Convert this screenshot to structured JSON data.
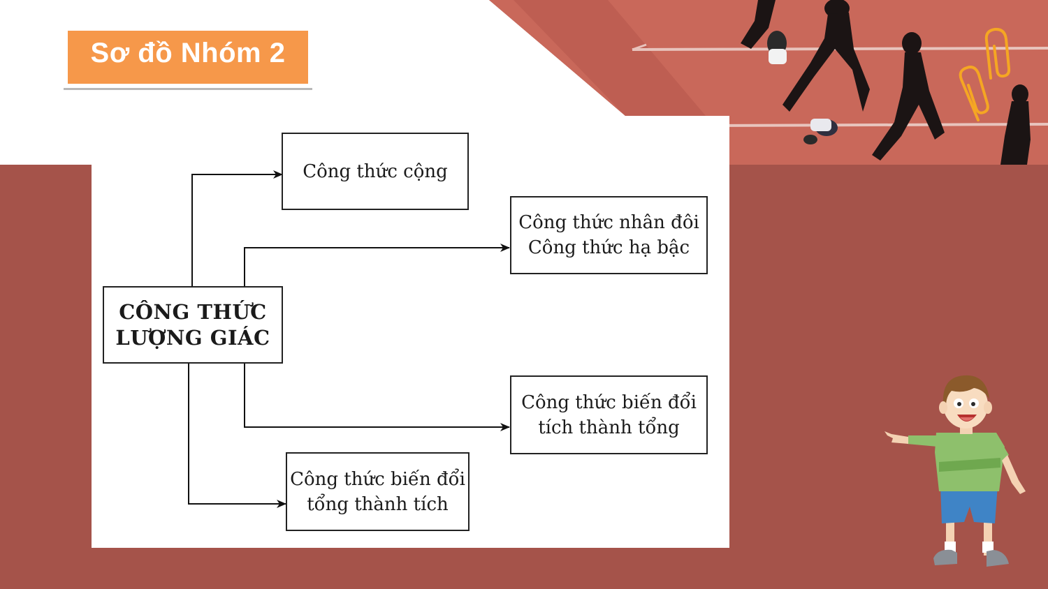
{
  "slide": {
    "title": "Sơ đồ Nhóm 2",
    "colors": {
      "background": "#a5534a",
      "title_box": "#f6984a",
      "track": "#c8685a",
      "white": "#ffffff"
    }
  },
  "diagram": {
    "root": {
      "line1": "CÔNG THỨC",
      "line2": "LƯỢNG GIÁC"
    },
    "nodes": [
      {
        "line1": "Công thức cộng",
        "line2": ""
      },
      {
        "line1": "Công thức nhân đôi",
        "line2": "Công thức hạ bậc"
      },
      {
        "line1": "Công thức biến đổi",
        "line2": "tích thành tổng"
      },
      {
        "line1": "Công thức biến đổi",
        "line2": "tổng thành tích"
      }
    ]
  },
  "decor": {
    "photo": "running-track-photo",
    "clips": "paperclip-icon",
    "character": "pointing-boy-illustration"
  }
}
